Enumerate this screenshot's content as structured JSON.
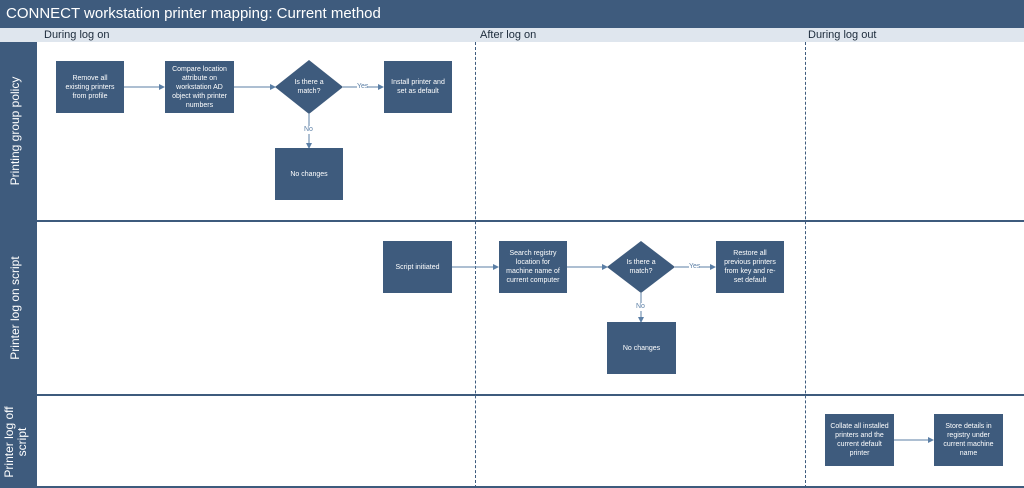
{
  "title": "CONNECT workstation printer mapping: Current method",
  "phases": [
    "During log on",
    "After log on",
    "During log out"
  ],
  "lanes": [
    "Printing group policy",
    "Printer log on script",
    "Printer log off script"
  ],
  "lane1": {
    "remove_printers": "Remove all existing printers from profile",
    "compare_location": "Compare location attribute on workstation AD object with printer numbers",
    "decision": "Is there a match?",
    "install_printer": "Install printer and set as default",
    "no_changes": "No changes",
    "yes_label": "Yes",
    "no_label": "No"
  },
  "lane2": {
    "script_initiated": "Script initiated",
    "search_registry": "Search registry location for machine name of current computer",
    "decision": "Is there a match?",
    "restore_printers": "Restore all previous printers from key and re-set default",
    "no_changes": "No changes",
    "yes_label": "Yes",
    "no_label": "No"
  },
  "lane3": {
    "collate_printers": "Collate all installed printers and the current default printer",
    "store_details": "Store details in registry under current machine name"
  },
  "colors": {
    "shape_fill": "#3e5b7d",
    "connector": "#5b7fa6",
    "phase_bar": "#dfe6ee"
  }
}
